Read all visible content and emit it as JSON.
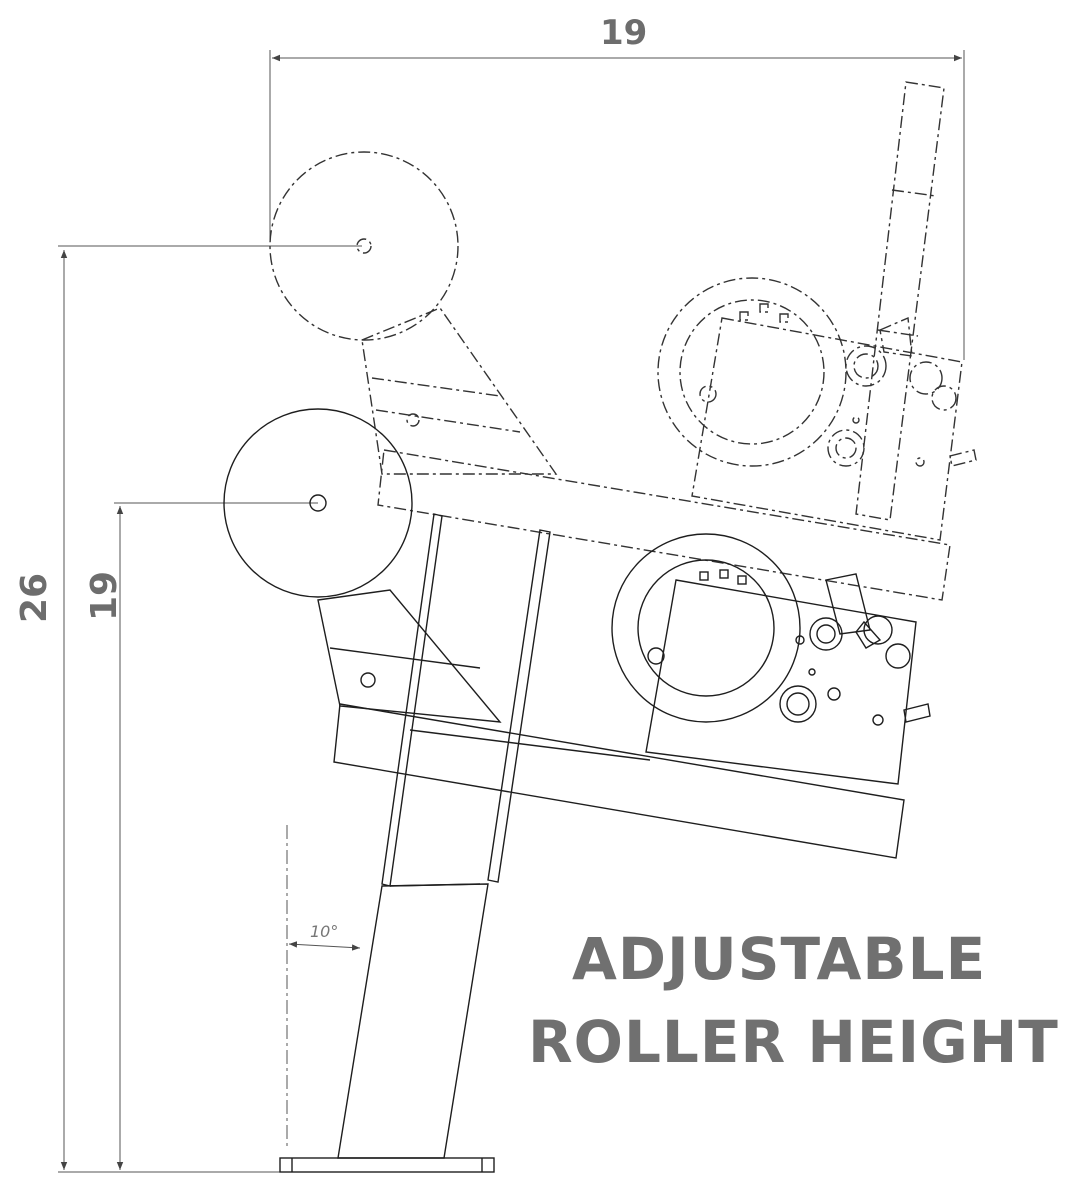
{
  "dimensions": {
    "overall_width": "19",
    "raised_height": "26",
    "lowered_height": "19",
    "tilt_angle": "10°"
  },
  "caption": {
    "line1": "ADJUSTABLE",
    "line2": "ROLLER HEIGHT"
  },
  "colors": {
    "line": "#222222",
    "dimension_line": "#555555",
    "text": "#707070",
    "background": "#ffffff"
  }
}
